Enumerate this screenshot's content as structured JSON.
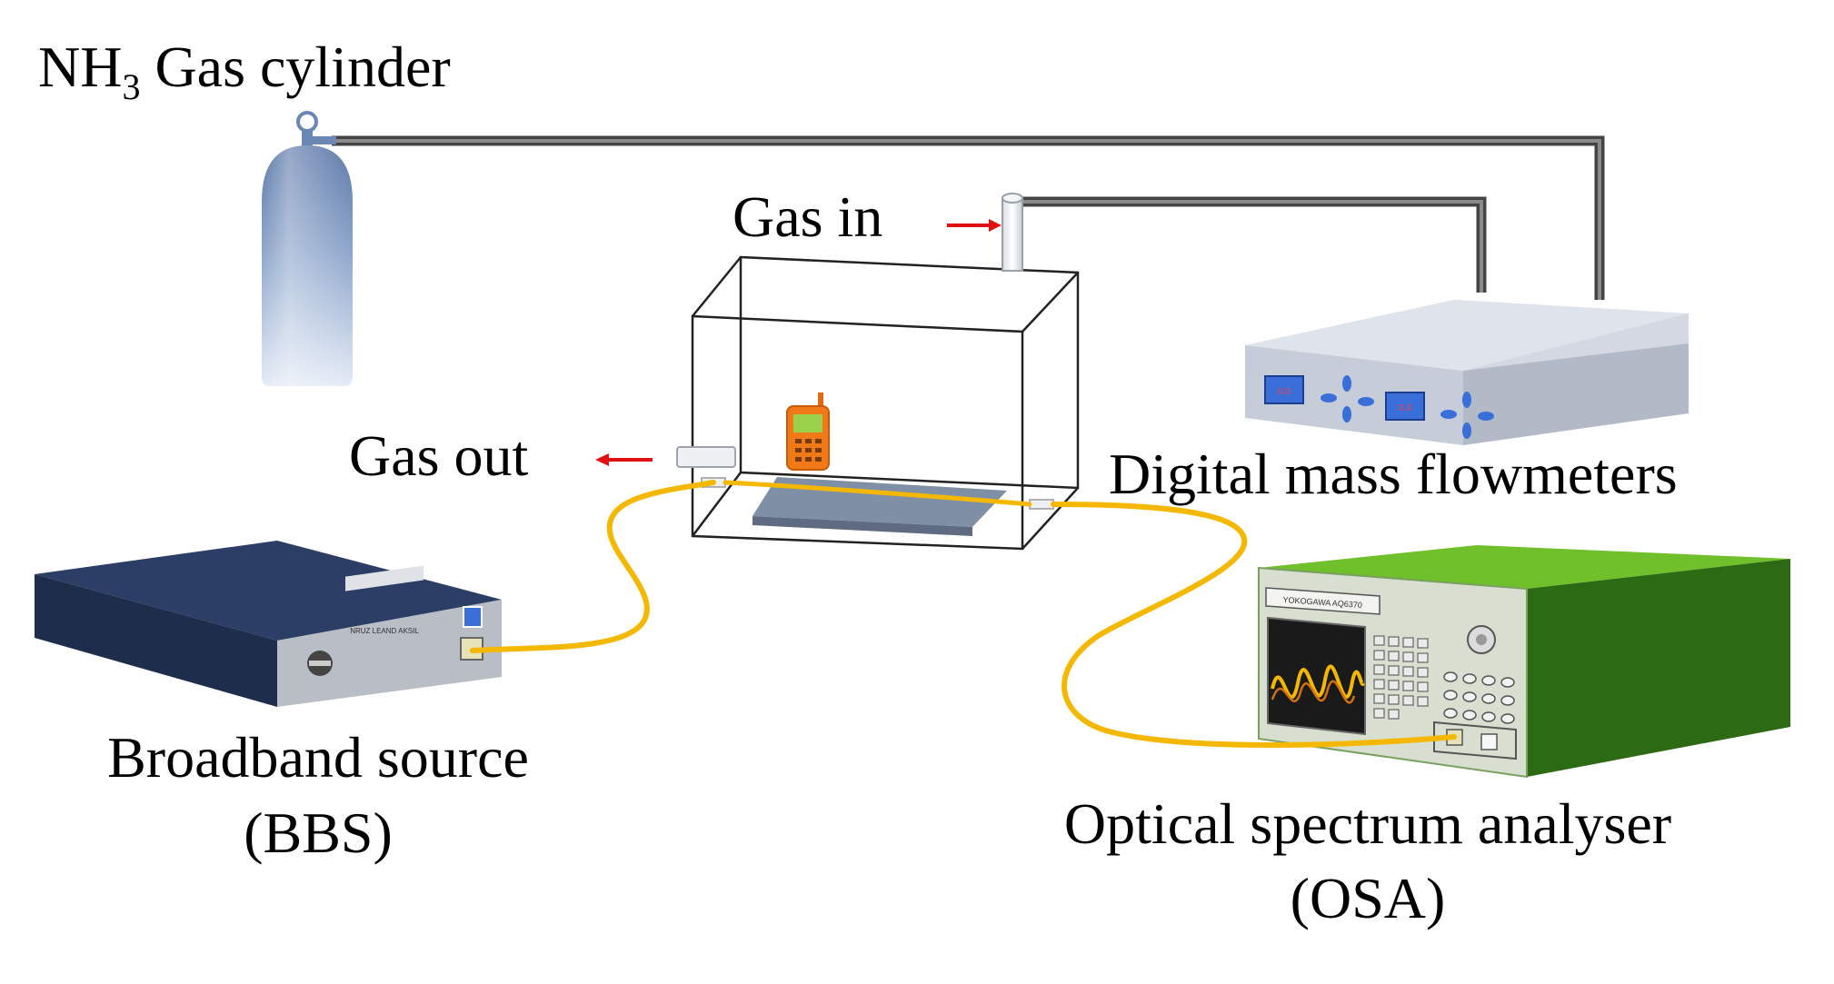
{
  "labels": {
    "cylinder_formula": "NH",
    "cylinder_subscript": "3",
    "cylinder_text": "Gas cylinder",
    "gas_in": "Gas in",
    "gas_out": "Gas out",
    "flowmeters": "Digital mass flowmeters",
    "bbs_line1": "Broadband source",
    "bbs_line2": "(BBS)",
    "osa_line1": "Optical spectrum analyser",
    "osa_line2": "(OSA)"
  },
  "device_text": {
    "flowmeter_display_1": "0.0",
    "flowmeter_display_2": "0.0",
    "bbs_panel": "NRUZ LEAND AKSIL",
    "osa_brand": "YOKOGAWA AQ6370"
  },
  "colors": {
    "fiber": "#f5b800",
    "gas_line": "#444444",
    "arrow": "#e01010",
    "bbs_body": "#1f2d4d",
    "bbs_top": "#2c3e66",
    "flowmeter_body": "#c4cad6",
    "flowmeter_top": "#d7dce6",
    "osa_front": "#d8dfd0",
    "osa_side": "#2d6a14",
    "osa_top": "#6fc02a",
    "display_blue": "#3a6ed8",
    "phone": "#f07a18",
    "cylinder": "#6a87b5"
  }
}
